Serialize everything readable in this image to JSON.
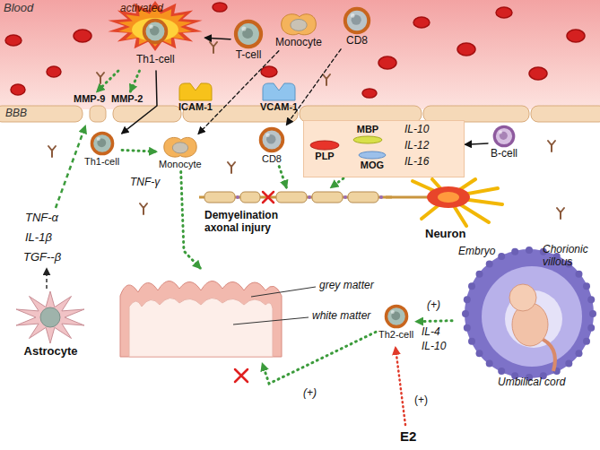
{
  "diagram": {
    "nodes": [
      {
        "text": [
          "T-cell"
        ]
      },
      {
        "text": [
          "activated",
          "Th1-cell"
        ]
      },
      {
        "text": [
          "Monocyte"
        ]
      },
      {
        "text": [
          "CD8"
        ]
      },
      {
        "text": [
          "MMP-9"
        ]
      },
      {
        "text": [
          "MMP-2"
        ]
      },
      {
        "text": [
          "ICAM-1"
        ]
      },
      {
        "text": [
          "VCAM-1"
        ]
      },
      {
        "text": [
          "Th1-cell"
        ]
      },
      {
        "text": [
          "Monocyte"
        ]
      },
      {
        "text": [
          "CD8"
        ]
      },
      {
        "text": [
          "IL-10",
          "IL-12",
          "IL-16"
        ]
      },
      {
        "text": [
          "PLP"
        ],
        "in": 11
      },
      {
        "text": [
          "MBP"
        ],
        "in": 11
      },
      {
        "text": [
          "MOG"
        ],
        "in": 11
      },
      {
        "text": [
          "B-cell"
        ]
      },
      {
        "text": [
          "Demyelination axonal injury"
        ]
      },
      {
        "text": [
          "Neuron"
        ]
      },
      {
        "text": [
          "Astrocyte"
        ]
      },
      {
        "text": [
          "grey matter",
          "white matter"
        ]
      },
      {
        "text": [
          "Th2-cell"
        ]
      },
      {
        "text": [
          "Embryo",
          "Chorionic villous",
          "Umbilical cord"
        ]
      }
    ],
    "edges": [
      {
        "from": 0,
        "to": 1,
        "arrow": "to"
      },
      {
        "from": 1,
        "to": 4,
        "arrow": "to"
      },
      {
        "from": 1,
        "to": 5,
        "arrow": "to"
      },
      {
        "from": 1,
        "to": 8,
        "arrow": "to"
      },
      {
        "from": 2,
        "to": 9,
        "arrow": "to"
      },
      {
        "from": 3,
        "to": 10,
        "arrow": "to"
      },
      {
        "from": 8,
        "to": 9,
        "label": "TNF-γ",
        "arrow": "to"
      },
      {
        "from": 10,
        "to": 16,
        "arrow": "to"
      },
      {
        "from": 11,
        "to": 16,
        "arrow": "to"
      },
      {
        "from": 15,
        "to": 11,
        "arrow": "to"
      },
      {
        "from": 9,
        "to": 19,
        "arrow": "to"
      },
      {
        "from": 20,
        "to": 19,
        "label": "(+)",
        "arrow": "to"
      },
      {
        "from": 21,
        "to": 20,
        "label": "(+)",
        "arrow": "to"
      }
    ],
    "labels": [
      "Blood",
      "BBB",
      "TNF-α",
      "IL-1β",
      "TGF--β",
      "IL-4",
      "IL-10",
      "(+)",
      "E2"
    ]
  }
}
